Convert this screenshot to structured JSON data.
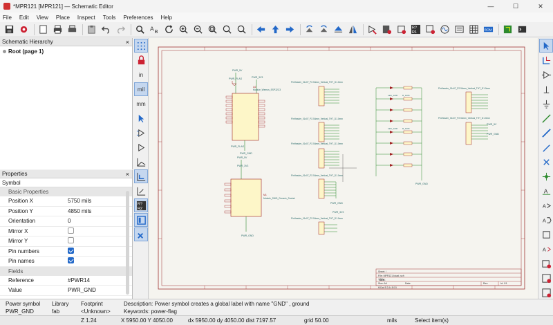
{
  "window": {
    "title": "*MPR121 [MPR121] — Schematic Editor",
    "minimize": "—",
    "maximize": "☐",
    "close": "✕"
  },
  "menu": [
    "File",
    "Edit",
    "View",
    "Place",
    "Inspect",
    "Tools",
    "Preferences",
    "Help"
  ],
  "hierarchy": {
    "title": "Schematic Hierarchy",
    "close": "×",
    "root": "Root (page 1)"
  },
  "properties": {
    "title": "Properties",
    "close": "×",
    "subtitle": "Symbol",
    "group_basic": "Basic Properties",
    "rows": [
      {
        "key": "Position X",
        "value": "5750 mils"
      },
      {
        "key": "Position Y",
        "value": "4850 mils"
      },
      {
        "key": "Orientation",
        "value": "0"
      }
    ],
    "checks": [
      {
        "key": "Mirror X",
        "checked": false
      },
      {
        "key": "Mirror Y",
        "checked": false
      },
      {
        "key": "Pin numbers",
        "checked": true
      },
      {
        "key": "Pin names",
        "checked": true
      }
    ],
    "group_fields": "Fields",
    "fields": [
      {
        "key": "Reference",
        "value": "#PWR14"
      },
      {
        "key": "Value",
        "value": "PWR_GND"
      }
    ]
  },
  "units": {
    "in": "in",
    "mil": "mil",
    "mm": "mm"
  },
  "schematic": {
    "u1_ref": "U2",
    "u1_name": "Module_Wemos_ESP32C3",
    "u2_ref": "M1",
    "u2_name": "Module_SWD_Generic_Socket",
    "pwr_5v": "PWR_5V",
    "pwr_3v3": "PWR_3V3",
    "pwr_gnd": "PWR_GND",
    "pwr_flag": "PWR_FLAG",
    "conn_name": "PinHeader_01x07_P2.54mm_Vertical_THT_D1.0mm",
    "title_sheet": "Sheet: /",
    "title_file": "File: MPR121.kicad_sch",
    "title_label": "Title:",
    "title_size": "Size: A4",
    "title_date": "Date:",
    "title_rev": "Rev:",
    "title_kicad": "KiCad E.D.A. 8.0.5",
    "title_id": "Id: 1/1",
    "led_label": "LED_1206",
    "res_label": "R_1206"
  },
  "message": {
    "h_type": "Power symbol",
    "h_lib": "Library",
    "h_fp": "Footprint",
    "v_type": "PWR_GND",
    "v_lib": "fab",
    "v_fp": "<Unknown>",
    "description": "Description: Power symbol creates a global label with name \"GND\" , ground",
    "keywords": "Keywords: power-flag"
  },
  "status": {
    "zoom": "Z 1.24",
    "coords": "X 5950.00  Y 4050.00",
    "delta": "dx 5950.00  dy 4050.00  dist 7197.57",
    "grid": "grid 50.00",
    "units": "mils",
    "mode": "Select item(s)"
  },
  "colors": {
    "sheet_border": "#9e3030",
    "wire": "#2d8a2d",
    "symbol": "#9e2020",
    "label": "#2a6a6a",
    "accent": "#2268c8"
  }
}
